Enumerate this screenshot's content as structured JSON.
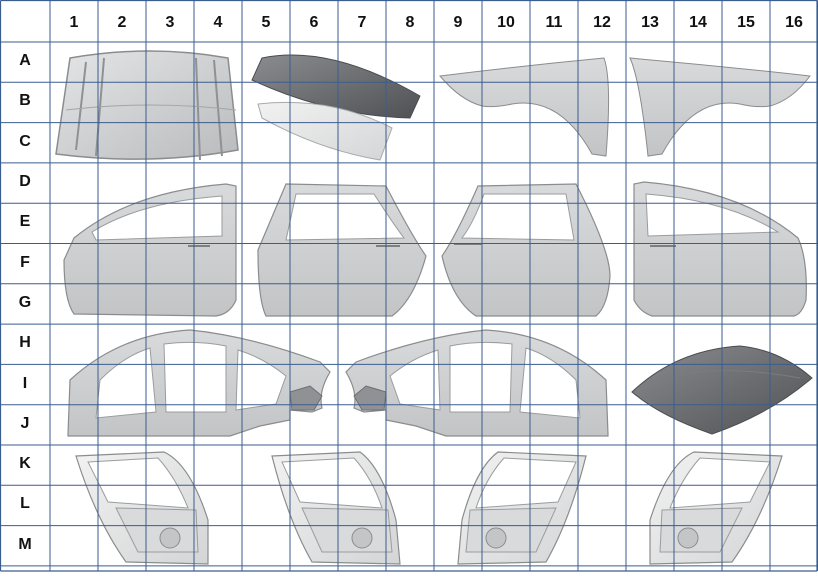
{
  "grid": {
    "columns": [
      "1",
      "2",
      "3",
      "4",
      "5",
      "6",
      "7",
      "8",
      "9",
      "10",
      "11",
      "12",
      "13",
      "14",
      "15",
      "16"
    ],
    "rows": [
      "A",
      "B",
      "C",
      "D",
      "E",
      "F",
      "G",
      "H",
      "I",
      "J",
      "K",
      "L",
      "M"
    ]
  },
  "colors": {
    "grid_line": "#3a5d8f",
    "part_fill": "#cfd1d3",
    "part_stroke": "#8a8c8e",
    "dark_panel": "#6d6f72"
  }
}
